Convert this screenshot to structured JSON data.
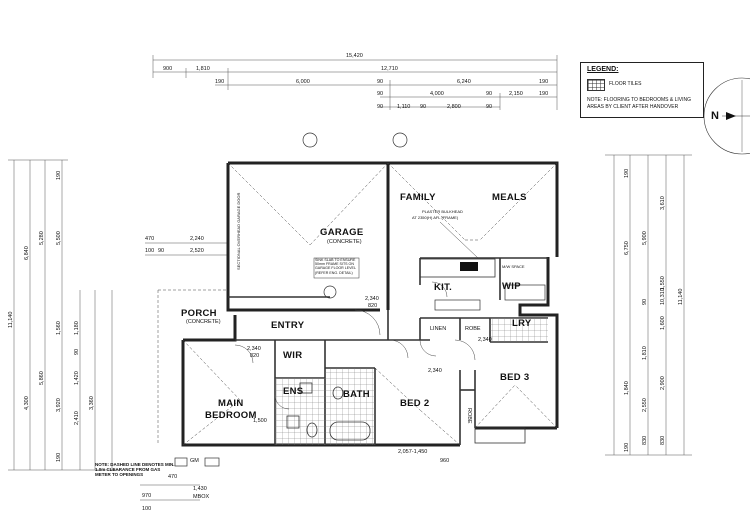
{
  "legend": {
    "title": "LEGEND:",
    "floor_tiles_label": "FLOOR TILES",
    "note": "NOTE: FLOORING TO BEDROOMS & LIVING AREAS BY CLIENT AFTER HANDOVER"
  },
  "compass": {
    "north_label": "N"
  },
  "rooms": {
    "family": "FAMILY",
    "meals": "MEALS",
    "garage": "GARAGE",
    "garage_sub": "(CONCRETE)",
    "kit": "KIT.",
    "wip": "WIP",
    "lry": "LRY",
    "linen": "LINEN",
    "robe": "ROBE",
    "robe2": "ROBE",
    "porch": "PORCH",
    "porch_sub": "(CONCRETE)",
    "entry": "ENTRY",
    "wir": "WIR",
    "ens": "ENS",
    "bath": "BATH",
    "bed2": "BED 2",
    "bed3": "BED 3",
    "main_bedroom_1": "MAIN",
    "main_bedroom_2": "BEDROOM"
  },
  "notes": {
    "plaster_bulkhead": "PLASTER BULKHEAD",
    "bulkhead_level": "AT 2350(H) AFL (FRAME)",
    "slab_note": "SINK SLAB TO ENSURE 50mm FRAME SITS ON GARAGE FLOOR LEVEL (REFER ENG. DETAIL)",
    "gas_note": "NOTE: DASHED LINE DENOTES MIN. 1.0m CLEARANCE FROM GAS METER TO OPENINGS",
    "sectional_door": "SECTIONAL OVERHEAD GARAGE DOOR",
    "mw_space": "M/W SPACE",
    "gm": "GM",
    "mbox": "MBOX"
  },
  "dimensions": {
    "overall_top": "15,420",
    "top_row2": [
      "900",
      "1,810",
      "12,710"
    ],
    "top_row3": [
      "190",
      "6,000",
      "90",
      "6,240",
      "190"
    ],
    "top_row4": [
      "90",
      "4,000",
      "90",
      "2,150",
      "190"
    ],
    "top_row5": [
      "90",
      "1,110",
      "90",
      "2,800",
      "90"
    ],
    "left_overall": "11,140",
    "left_a": "6,840",
    "left_b": "5,280",
    "left_c": "5,500",
    "left_d": "4,300",
    "left_e": "3,920",
    "left_f": "5,860",
    "left_small": [
      "190",
      "1,560",
      "1,180",
      "90",
      "1,420",
      "2,410",
      "3,360",
      "190"
    ],
    "left_labels": [
      "470",
      "2,240",
      "100",
      "90",
      "2,520"
    ],
    "right_overall": "11,140",
    "right_a": "10,310",
    "right_b": "6,750",
    "right_c": "5,900",
    "right_d": "3,610",
    "right_small": [
      "190",
      "1,550",
      "90",
      "1,600",
      "1,810",
      "2,900",
      "830",
      "190",
      "1,840",
      "2,550",
      "830"
    ],
    "bottom": [
      "970",
      "100",
      "1,430",
      "470",
      "2,057-1,450",
      "960"
    ],
    "door_labels": [
      "2,340",
      "820",
      "2,340",
      "820",
      "2,340",
      "2,340",
      "1,500"
    ]
  }
}
